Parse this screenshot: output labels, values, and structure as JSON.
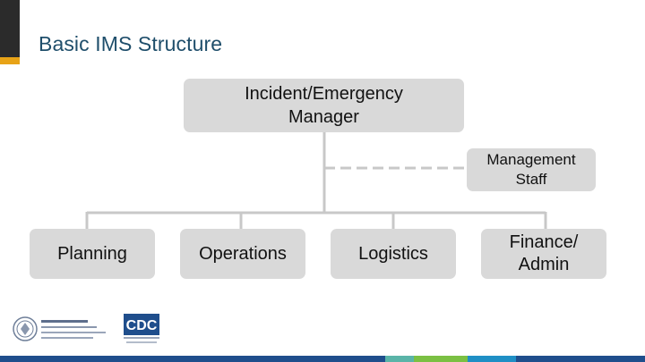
{
  "slide": {
    "title": "Basic IMS Structure"
  },
  "org_chart": {
    "top": {
      "label": "Incident/Emergency\nManager"
    },
    "staff": {
      "label": "Management\nStaff",
      "connector": "dashed"
    },
    "sections": [
      {
        "label": "Planning"
      },
      {
        "label": "Operations"
      },
      {
        "label": "Logistics"
      },
      {
        "label": "Finance/\nAdmin"
      }
    ]
  },
  "colors": {
    "title": "#1f4e6b",
    "box_fill": "#d9d9d9",
    "connector": "#c8c8c8",
    "corner_bar": "#2b2b2b",
    "corner_accent": "#e8a317",
    "footer": [
      "#1f4e8c",
      "#1f4e8c",
      "#5ab4a8",
      "#7bc043",
      "#1f8fc5",
      "#1f4e8c"
    ]
  },
  "logos": {
    "left": "georgetown-university-logo",
    "right": "cdc-logo",
    "cdc_text": "CDC"
  }
}
